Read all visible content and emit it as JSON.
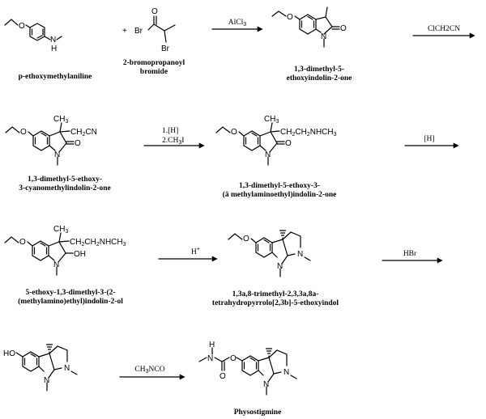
{
  "compounds": {
    "c1": {
      "name": "p-ethoxymethylaniline",
      "atoms": {
        "o": "O",
        "n": "N",
        "h": "H"
      }
    },
    "c2": {
      "name_l1": "2-bromopropanoyl",
      "name_l2": "bromide",
      "atoms": {
        "o": "O",
        "br1": "Br",
        "br2": "Br"
      }
    },
    "c3": {
      "name_l1": "1,3-dimethyl-5-",
      "name_l2": "ethoxyindolin-2-one",
      "atoms": {
        "oe": "O",
        "n": "N",
        "o": "O"
      }
    },
    "c4": {
      "name_l1": "1,3-dimethyl-5-ethoxy-",
      "name_l2": "3-cyanomethylindolin-2-one",
      "atoms": {
        "oe": "O",
        "ch3": "CH3",
        "ch2cn": "CH2CN",
        "o": "O",
        "n": "N"
      }
    },
    "c5": {
      "name_l1": "1,3-dimethyl-5-ethoxy-3-",
      "name_l2": "(â methylaminoethyl)indolin-2-one",
      "atoms": {
        "oe": "O",
        "ch3": "CH3",
        "side": "CH2CH2NHCH3",
        "o": "O",
        "n": "N"
      }
    },
    "c6": {
      "name_l1": "5-ethoxy-1,3-dimethyl-3-(2-",
      "name_l2": "(methylamino)ethyl)indolin-2-ol",
      "atoms": {
        "oe": "O",
        "ch3": "CH3",
        "side": "CH2CH2NHCH3",
        "oh": "OH",
        "n": "N"
      }
    },
    "c7": {
      "name_l1": "1,3a,8-trimethyl-2,3,3a,8a-",
      "name_l2": "tetrahydropyrrolo[2,3b]-5-ethoxyindol",
      "atoms": {
        "oe": "O",
        "n1": "N",
        "n8": "N"
      }
    },
    "c8": {
      "atoms": {
        "ho": "HO",
        "n1": "N",
        "n8": "N"
      }
    },
    "c9": {
      "name": "Physostigmine",
      "atoms": {
        "nh_n": "N",
        "nh_h": "H",
        "o1": "O",
        "o2": "O",
        "n1": "N",
        "n8": "N"
      }
    }
  },
  "plus": "+",
  "reagents": {
    "r1": "AlCl3",
    "r2": "ClCH2CN",
    "r3_l1": "1.[H]",
    "r3_l2": "2.CH3I",
    "r4": "[H]",
    "r5": "H+",
    "r6": "HBr",
    "r7": "CH3NCO"
  }
}
